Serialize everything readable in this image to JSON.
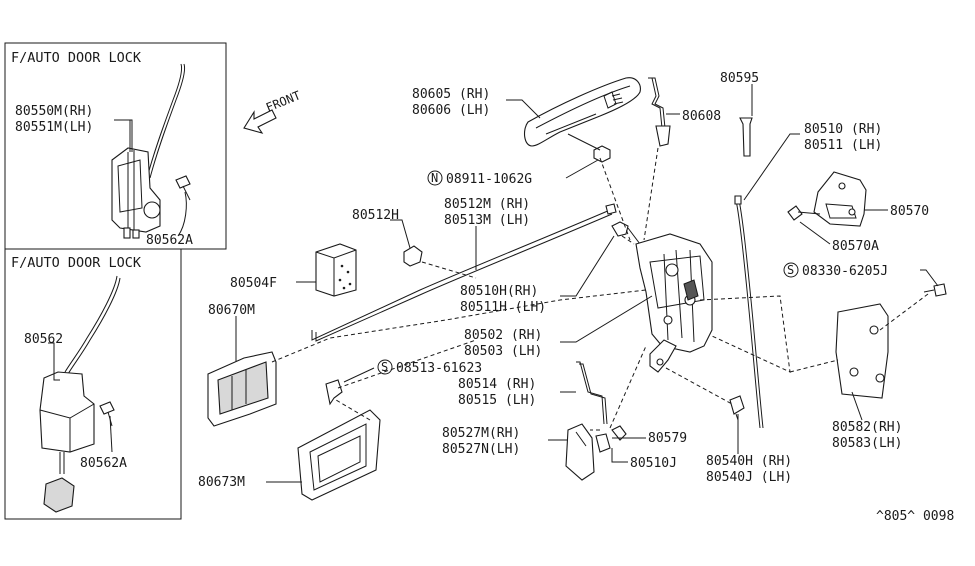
{
  "inset_top": {
    "title": "F/AUTO DOOR LOCK",
    "label_rh": "80550M(RH)",
    "label_lh": "80551M(LH)",
    "screw": "80562A"
  },
  "inset_bottom": {
    "title": "F/AUTO DOOR LOCK",
    "actuator": "80562",
    "screw": "80562A"
  },
  "front_label": "FRONT",
  "labels": {
    "l80605": "80605 (RH)",
    "l80606": "80606 (LH)",
    "l80608": "80608",
    "l80595": "80595",
    "l08911": "08911-1062G",
    "l80510": "80510 (RH)",
    "l80511": "80511 (LH)",
    "l80570": "80570",
    "l80570a": "80570A",
    "l08330": "08330-6205J",
    "l80512h": "80512H",
    "l80512m": "80512M (RH)",
    "l80513m": "80513M (LH)",
    "l80504f": "80504F",
    "l80510h": "80510H(RH)",
    "l80511h": "80511H (LH)",
    "l80670m": "80670M",
    "l80502": "80502 (RH)",
    "l80503": "80503 (LH)",
    "l08513": "08513-61623",
    "l80514": "80514 (RH)",
    "l80515": "80515 (LH)",
    "l80527m": "80527M(RH)",
    "l80527n": "80527N(LH)",
    "l80579": "80579",
    "l80510j": "80510J",
    "l80540h": "80540H (RH)",
    "l80540j": "80540J (LH)",
    "l80582": "80582(RH)",
    "l80583": "80583(LH)",
    "l80673m": "80673M",
    "n_prefix": "N",
    "s_prefix": "S",
    "code": "^805^ 0098"
  }
}
